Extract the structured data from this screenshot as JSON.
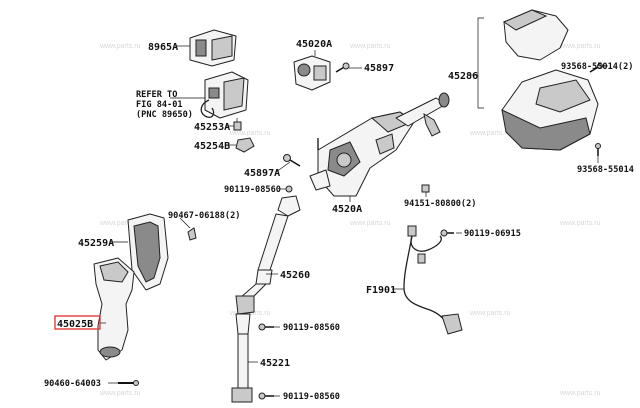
{
  "labels": {
    "p8965A": "8965A",
    "p45020A": "45020A",
    "p45897": "45897",
    "p45286": "45286",
    "p93568_55014_2": "93568-55014(2)",
    "refer_l1": "REFER TO",
    "refer_l2": "FIG 84-01",
    "refer_l3": "(PNC 89650)",
    "p45253A": "45253A",
    "p45254B": "45254B",
    "p45897A": "45897A",
    "p90119_08560_a": "90119-08560",
    "p4520A": "4520A",
    "p94151_80800_2": "94151-80800(2)",
    "p93568_55014": "93568-55014",
    "p90467_06188_2": "90467-06188(2)",
    "p45259A": "45259A",
    "p45260": "45260",
    "p90119_06915": "90119-06915",
    "pF1901": "F1901",
    "p45025B": "45025B",
    "p90119_08560_b": "90119-08560",
    "p45221": "45221",
    "p90460_64003": "90460-64003",
    "p90119_08560_c": "90119-08560"
  },
  "watermark": "www.parts.ru",
  "colors": {
    "highlight": "#e23b3b",
    "ink": "#111111"
  }
}
